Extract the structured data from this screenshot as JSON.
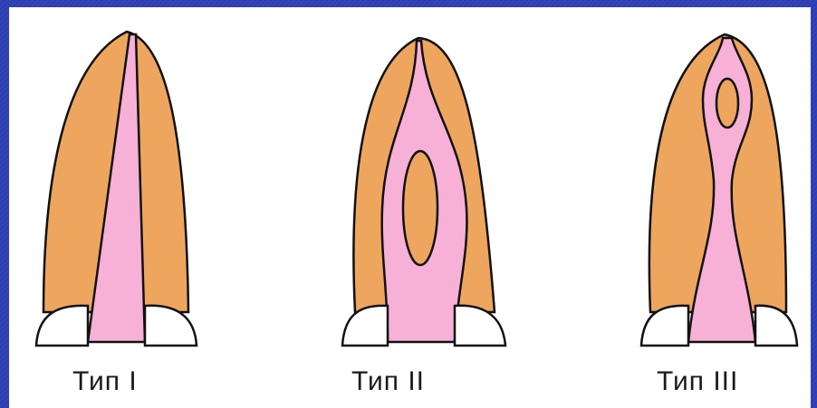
{
  "colors": {
    "frame": "#3345bf",
    "dentin": "#eea65f",
    "pulp": "#f7b0d6",
    "gum": "#ffffff",
    "outline": "#111111"
  },
  "diagrams": [
    {
      "label": "Тип I"
    },
    {
      "label": "Тип II"
    },
    {
      "label": "Тип III"
    }
  ]
}
